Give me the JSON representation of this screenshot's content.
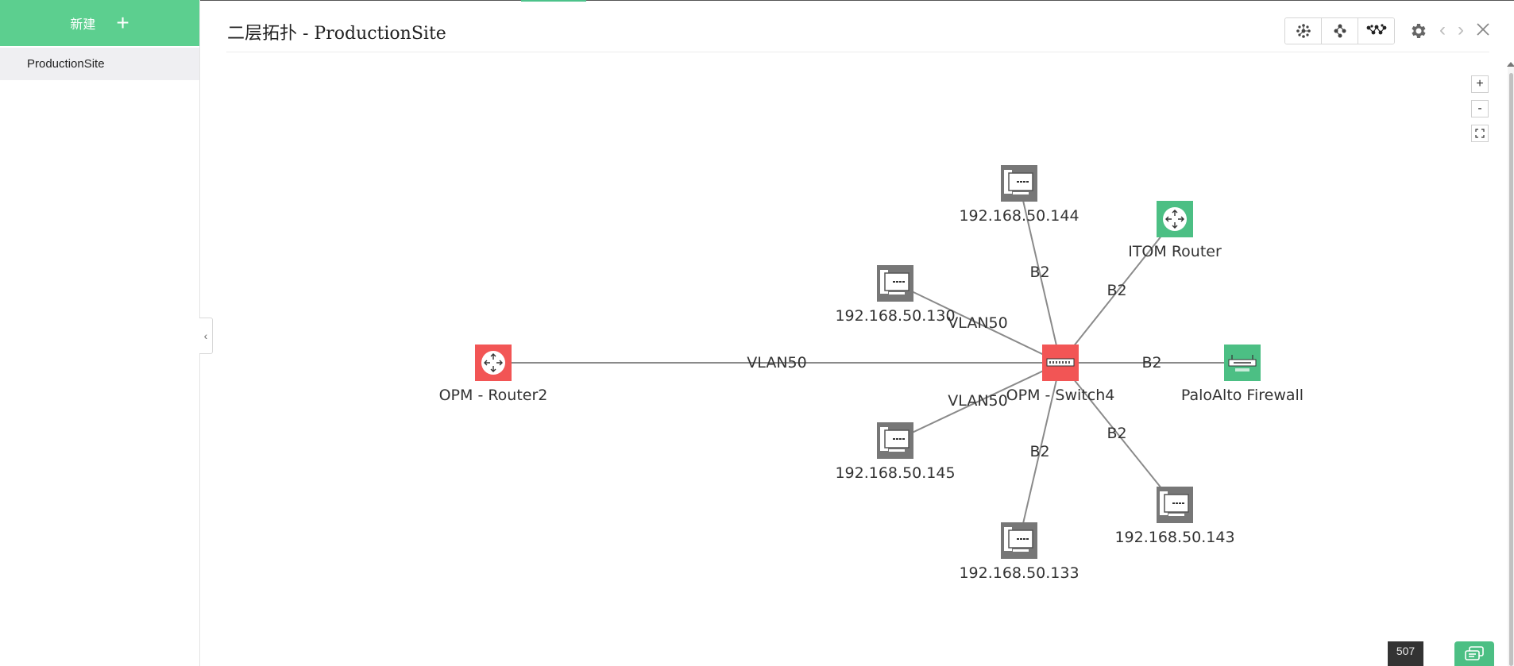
{
  "sidebar": {
    "new_button_label": "新建",
    "new_button_icon": "plus-icon",
    "items": [
      {
        "label": "ProductionSite",
        "selected": true
      }
    ]
  },
  "header": {
    "title": "二层拓扑 - ProductionSite",
    "layout_buttons": [
      "radial-layout-icon",
      "hierarchy-layout-icon",
      "cluster-layout-icon"
    ],
    "settings_icon": "gear-icon",
    "prev_icon": "chevron-left-icon",
    "next_icon": "chevron-right-icon",
    "close_icon": "close-icon"
  },
  "zoom": {
    "in_label": "+",
    "out_label": "-",
    "fit_icon": "fit-screen-icon"
  },
  "topology": {
    "nodes": [
      {
        "id": "router2",
        "label": "OPM - Router2",
        "type": "router",
        "status_color": "#f25555"
      },
      {
        "id": "switch4",
        "label": "OPM - Switch4",
        "type": "switch",
        "status_color": "#f25555"
      },
      {
        "id": "itom",
        "label": "ITOM Router",
        "type": "router",
        "status_color": "#4cbf84"
      },
      {
        "id": "paloalto",
        "label": "PaloAlto Firewall",
        "type": "firewall",
        "status_color": "#4cbf84"
      },
      {
        "id": "h144",
        "label": "192.168.50.144",
        "type": "server",
        "status_color": "#777777"
      },
      {
        "id": "h130",
        "label": "192.168.50.130",
        "type": "server",
        "status_color": "#777777"
      },
      {
        "id": "h145",
        "label": "192.168.50.145",
        "type": "server",
        "status_color": "#777777"
      },
      {
        "id": "h133",
        "label": "192.168.50.133",
        "type": "server",
        "status_color": "#777777"
      },
      {
        "id": "h143",
        "label": "192.168.50.143",
        "type": "server",
        "status_color": "#777777"
      }
    ],
    "links": [
      {
        "from": "router2",
        "to": "switch4",
        "label": "VLAN50"
      },
      {
        "from": "h130",
        "to": "switch4",
        "label": "VLAN50"
      },
      {
        "from": "h145",
        "to": "switch4",
        "label": "VLAN50"
      },
      {
        "from": "h144",
        "to": "switch4",
        "label": "B2"
      },
      {
        "from": "itom",
        "to": "switch4",
        "label": "B2"
      },
      {
        "from": "paloalto",
        "to": "switch4",
        "label": "B2"
      },
      {
        "from": "h133",
        "to": "switch4",
        "label": "B2"
      },
      {
        "from": "h143",
        "to": "switch4",
        "label": "B2"
      }
    ]
  },
  "footer": {
    "badge_count": "507",
    "chat_icon": "chat-icon"
  },
  "colors": {
    "accent": "#5ccf8f",
    "alarm": "#f25555",
    "ok": "#4cbf84",
    "link": "#8a8a8a"
  }
}
